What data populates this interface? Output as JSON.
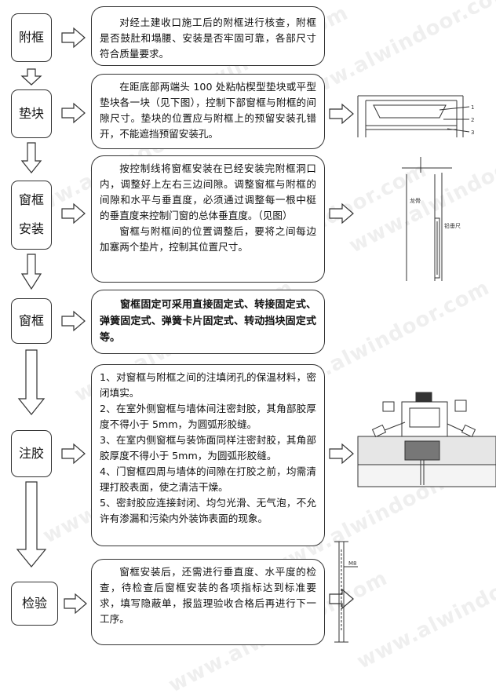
{
  "steps": {
    "s1": "附框",
    "s2": "垫块",
    "s3a": "窗框",
    "s3b": "安装",
    "s4": "窗框",
    "s5": "注胶",
    "s6": "检验"
  },
  "boxes": {
    "b1": "对经土建收口施工后的附框进行核查，附框是否鼓肚和塌腰、安装是否牢固可靠，各部尺寸符合质量要求。",
    "b2": "在距底部两端头 100 处粘帖楔型垫块或平型垫块各一块（见下图），控制下部窗框与附框的间隙尺寸。垫块的位置应与附框上的预留安装孔错开，不能遮挡预留安装孔。",
    "b3p1": "按控制线将窗框安装在已经安装完附框洞口内，调整好上左右三边间隙。调整窗框与附框的间隙和水平与垂直度，必须通过调整每一根中梃的垂直度来控制门窗的总体垂直度。（见图）",
    "b3p2": "窗框与附框间的位置调整后，要将之间每边加塞两个垫片，控制其位置尺寸。",
    "b4": "窗框固定可采用直接固定式、转接固定式、弹簧固定式、弹簧卡片固定式、转动挡块固定式等。",
    "b5": [
      "1、对窗框与附框之间的注填闭孔的保温材料，密闭填实。",
      "2、在室外侧窗框与墙体间注密封胶，其角部胶厚度不得小于 5mm，为圆弧形胶缝。",
      "3、在室内侧窗框与装饰面同样注密封胶，其角部胶厚度不得小于 5mm，为圆弧形胶缝。",
      "4、门窗框四周与墙体的间隙在打胶之前，均需清理打胶表面，使之清洁干燥。",
      "5、密封胶应连接封闭、均匀光滑、无气泡，不允许有渗漏和污染内外装饰表面的现象。"
    ],
    "b6": "窗框安装后，还需进行垂直度、水平度的检查，待检查后窗框安装的各项指标达到标准要求，填写隐蔽单，报监理验收合格后再进行下一工序。"
  },
  "figures": {
    "fig2_labels": [
      "1",
      "2",
      "3"
    ],
    "fig3_label1": "龙骨",
    "fig3_label2": "铅垂尺",
    "fig6_label": "M8"
  },
  "watermark": "www.alwindoor.com"
}
